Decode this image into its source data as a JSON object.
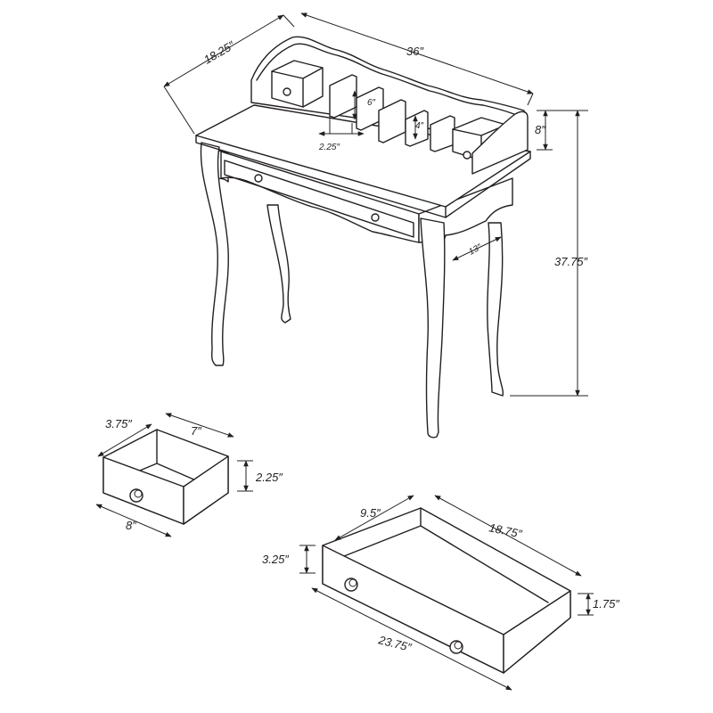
{
  "dimensions": {
    "desk_depth": "18.25″",
    "desk_width": "36″",
    "hutch_height": "8″",
    "total_height": "37.75″",
    "knee_depth": "13″",
    "divider_height_front": "6″",
    "divider_height_back": "4″",
    "divider_spacing": "2.25″",
    "small_drawer_depth": "3.75″",
    "small_drawer_inner_width": "7″",
    "small_drawer_height": "2.25″",
    "small_drawer_width": "8″",
    "large_drawer_depth": "9.5″",
    "large_drawer_inner_width": "18.75″",
    "large_drawer_front_height": "3.25″",
    "large_drawer_side_height": "1.75″",
    "large_drawer_width": "23.75″"
  },
  "colors": {
    "line": "#231f20",
    "background": "#ffffff"
  }
}
